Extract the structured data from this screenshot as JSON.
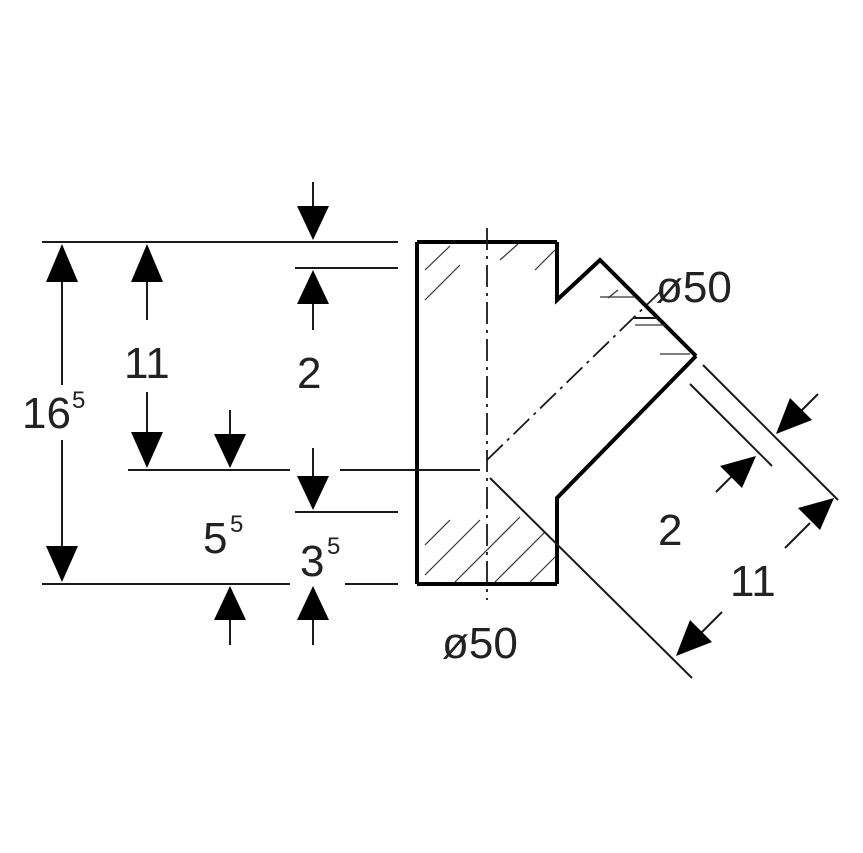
{
  "labels": {
    "overall_height": "16",
    "overall_height_sup": "5",
    "branch_height": "11",
    "top_offset": "2",
    "bottom_offset": "5",
    "bottom_offset_sup": "5",
    "inner_offset": "3",
    "inner_offset_sup": "5",
    "main_diameter": "ø50",
    "branch_diameter": "ø50",
    "branch_offset": "2",
    "branch_length": "11"
  }
}
